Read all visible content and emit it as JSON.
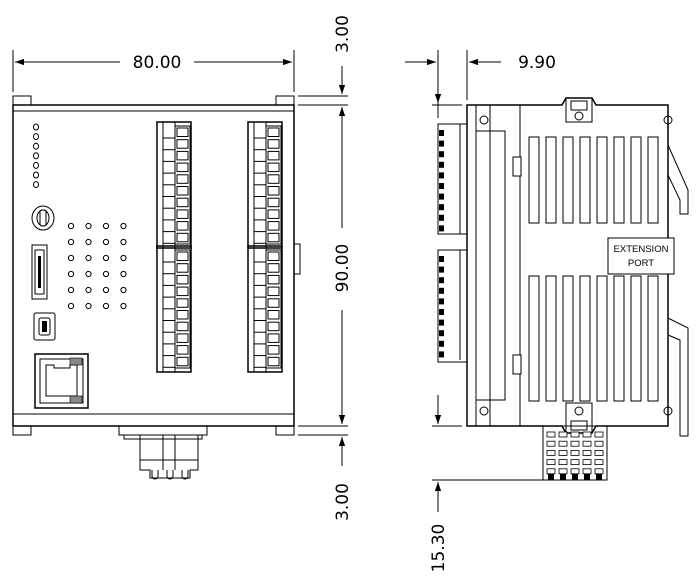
{
  "dimensions": {
    "width": "80.00",
    "top_clip": "3.00",
    "height": "90.00",
    "bottom_clip": "3.00",
    "depth": "9.90",
    "connector_drop": "15.30"
  },
  "side_view": {
    "port_label_line1": "EXTENSION",
    "port_label_line2": "PORT"
  }
}
